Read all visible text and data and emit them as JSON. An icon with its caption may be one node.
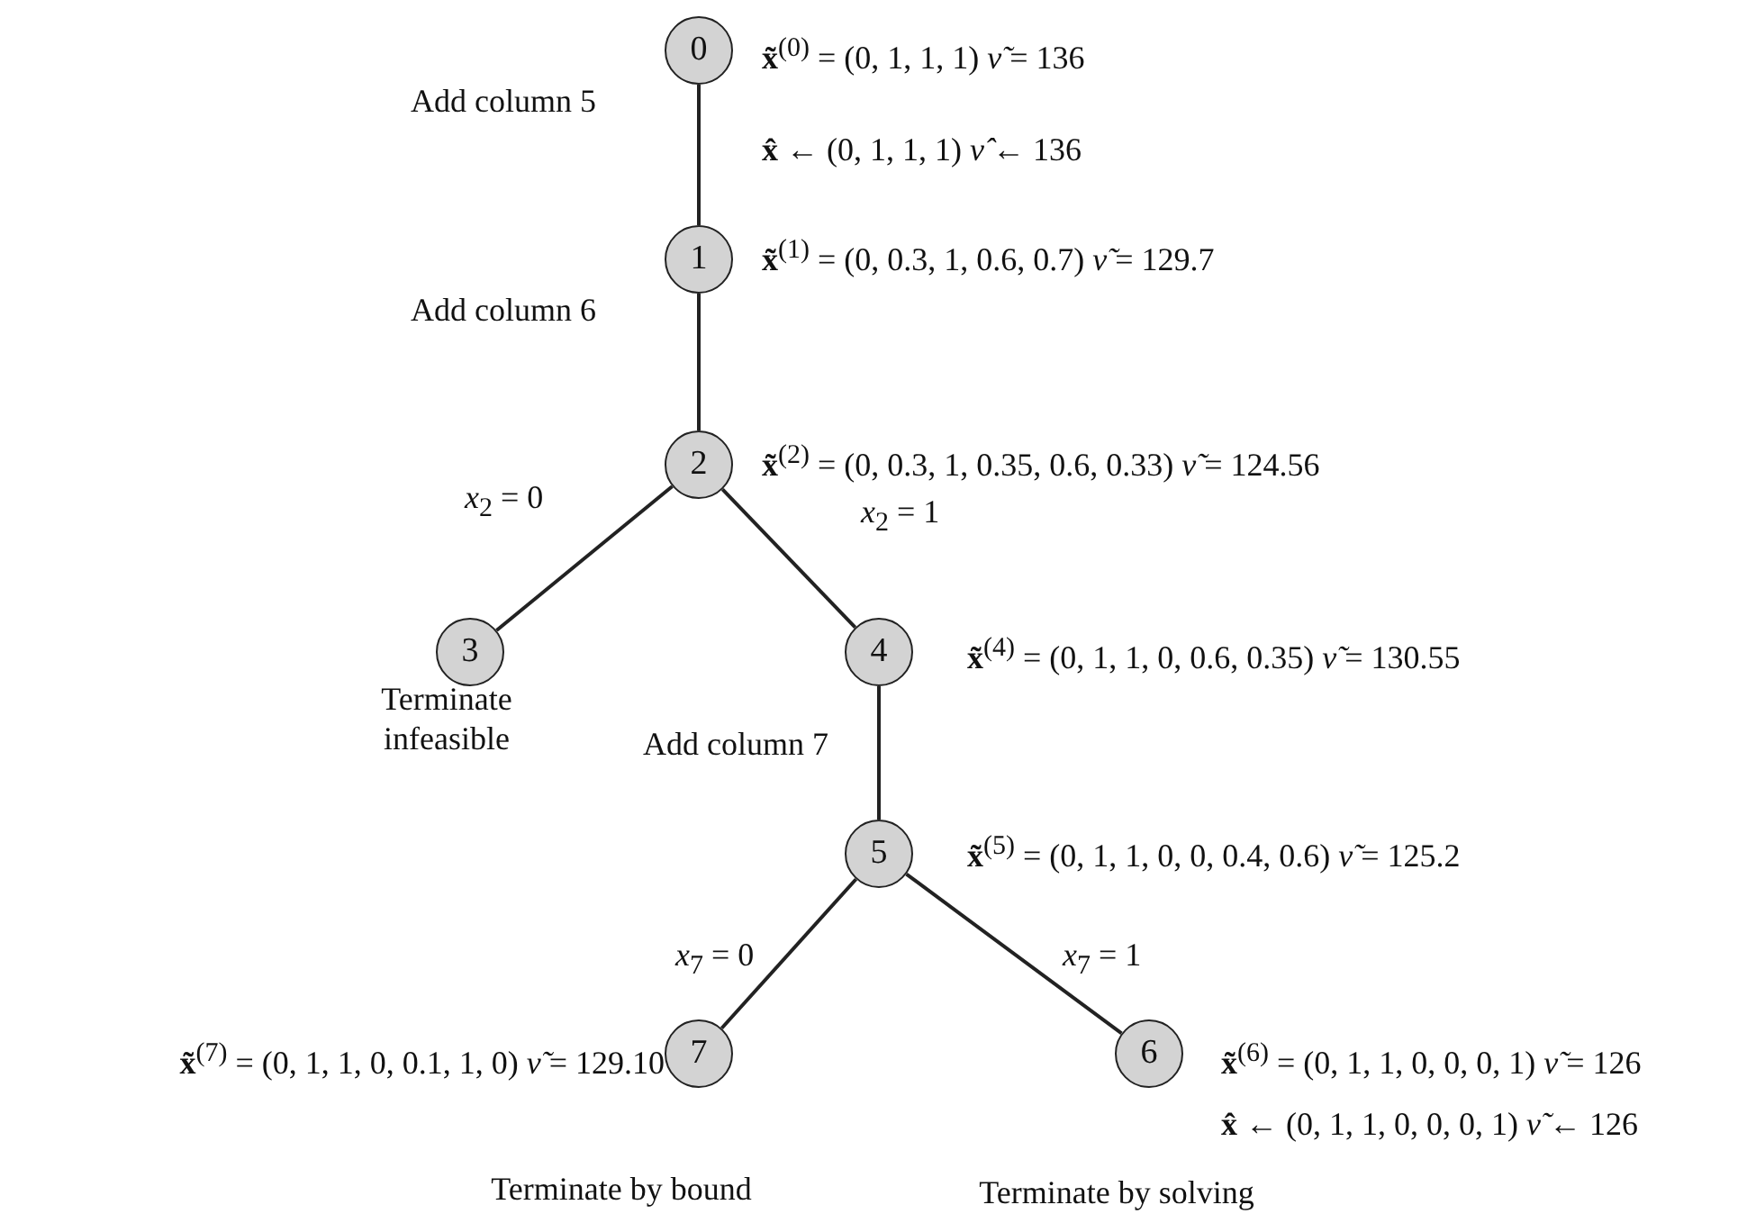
{
  "diagram": {
    "nodes": [
      {
        "text": [
          "0"
        ],
        "beside": [
          "**x̃**$^{(0)}$ = (0, 1, 1, 1) *ν̃* = 136",
          "**x̂** ← (0, 1, 1, 1) *ν̂* ← 136"
        ]
      },
      {
        "text": [
          "1"
        ],
        "beside": [
          "**x̃**$^{(1)}$ = (0, 0.3, 1, 0.6, 0.7) *ν̃* = 129.7"
        ]
      },
      {
        "text": [
          "2"
        ],
        "beside": [
          "**x̃**$^{(2)}$ = (0, 0.3, 1, 0.35, 0.6, 0.33) *ν̃* = 124.56"
        ]
      },
      {
        "text": [
          "3"
        ],
        "beside": [
          "Terminate infeasible"
        ]
      },
      {
        "text": [
          "4"
        ],
        "beside": [
          "**x̃**$^{(4)}$ = (0, 1, 1, 0, 0.6, 0.35) *ν̃* = 130.55"
        ]
      },
      {
        "text": [
          "5"
        ],
        "beside": [
          "**x̃**$^{(5)}$ = (0, 1, 1, 0, 0, 0.4, 0.6) *ν̃* = 125.2"
        ]
      },
      {
        "text": [
          "6"
        ],
        "beside": [
          "**x̃**$^{(6)}$ = (0, 1, 1, 0, 0, 0, 1) *ν̃* = 126",
          "**x̂** ← (0, 1, 1, 0, 0, 0, 1) *ν̃* ← 126",
          "Terminate by solving"
        ]
      },
      {
        "text": [
          "7"
        ],
        "beside": [
          "**x̃**$^{(7)}$ = (0, 1, 1, 0, 0.1, 1, 0) *ν̃* = 129.10",
          "Terminate by bound"
        ]
      }
    ],
    "edges": [
      {
        "from": 0,
        "to": 1,
        "arrow": "none",
        "label": "Add column 5"
      },
      {
        "from": 1,
        "to": 2,
        "arrow": "none",
        "label": "Add column 6"
      },
      {
        "from": 2,
        "to": 3,
        "arrow": "none",
        "label": "*x*$_{2}$ = 0"
      },
      {
        "from": 2,
        "to": 4,
        "arrow": "none",
        "label": "*x*$_{2}$ = 1"
      },
      {
        "from": 4,
        "to": 5,
        "arrow": "none",
        "label": "Add column 7"
      },
      {
        "from": 5,
        "to": 7,
        "arrow": "none",
        "label": "*x*$_{7}$ = 0"
      },
      {
        "from": 5,
        "to": 6,
        "arrow": "none",
        "label": "*x*$_{7}$ = 1"
      }
    ]
  }
}
